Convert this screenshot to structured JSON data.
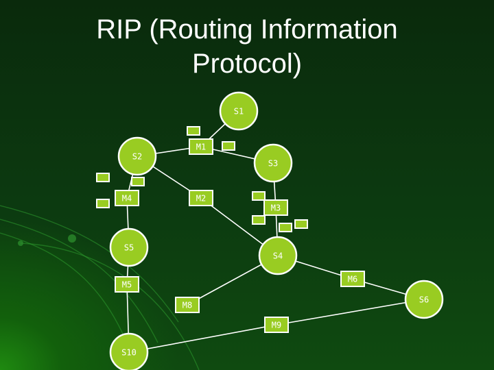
{
  "slide": {
    "title_line1": "RIP (Routing Information",
    "title_line2": "Protocol)"
  },
  "diagram": {
    "routers": [
      {
        "id": "S1",
        "label": "S1"
      },
      {
        "id": "S2",
        "label": "S2"
      },
      {
        "id": "S3",
        "label": "S3"
      },
      {
        "id": "S4",
        "label": "S4"
      },
      {
        "id": "S5",
        "label": "S5"
      },
      {
        "id": "S6",
        "label": "S6"
      },
      {
        "id": "S10",
        "label": "S10"
      }
    ],
    "networks": [
      {
        "id": "M1",
        "label": "M1"
      },
      {
        "id": "M2",
        "label": "M2"
      },
      {
        "id": "M3",
        "label": "M3"
      },
      {
        "id": "M4",
        "label": "M4"
      },
      {
        "id": "M5",
        "label": "M5"
      },
      {
        "id": "M6",
        "label": "M6"
      },
      {
        "id": "M8",
        "label": "M8"
      },
      {
        "id": "M9",
        "label": "M9"
      }
    ],
    "links": [
      [
        "S1",
        "M1"
      ],
      [
        "M1",
        "S2"
      ],
      [
        "M1",
        "S3"
      ],
      [
        "S2",
        "M4"
      ],
      [
        "S2",
        "M2"
      ],
      [
        "M2",
        "S4"
      ],
      [
        "S3",
        "M3"
      ],
      [
        "M3",
        "S4"
      ],
      [
        "M4",
        "S5"
      ],
      [
        "S5",
        "M5"
      ],
      [
        "M5",
        "S10"
      ],
      [
        "S4",
        "M6"
      ],
      [
        "M6",
        "S6"
      ],
      [
        "S6",
        "M9"
      ],
      [
        "M9",
        "S10"
      ],
      [
        "M8",
        "S4"
      ]
    ],
    "colors": {
      "node_fill": "#99cc22",
      "outline": "#ffffff",
      "background": "#0c3a10"
    }
  }
}
